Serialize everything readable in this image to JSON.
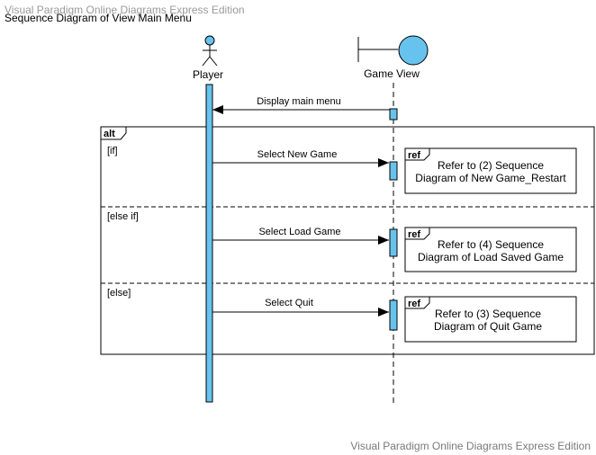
{
  "header": {
    "watermark": "Visual Paradigm Online Diagrams Express Edition",
    "title": "Sequence Diagram of View Main Menu"
  },
  "footer": {
    "watermark": "Visual Paradigm Online Diagrams Express Edition"
  },
  "colors": {
    "activation_fill": "#67c3ee",
    "boundary_fill": "#67c3ee",
    "line": "#000000"
  },
  "lifelines": {
    "player": {
      "label": "Player",
      "icon": "actor-icon"
    },
    "game_view": {
      "label": "Game View",
      "icon": "boundary-icon"
    }
  },
  "messages": {
    "display_main_menu": "Display main menu",
    "select_new_game": "Select New Game",
    "select_load_game": "Select Load Game",
    "select_quit": "Select Quit"
  },
  "fragment": {
    "operator": "alt",
    "guards": {
      "if": "[if]",
      "else_if": "[else if]",
      "else": "[else]"
    }
  },
  "refs": {
    "tag": "ref",
    "new_game": {
      "line1": "Refer to (2) Sequence",
      "line2": "Diagram of New Game_Restart"
    },
    "load_game": {
      "line1": "Refer to (4) Sequence",
      "line2": "Diagram of Load Saved Game"
    },
    "quit_game": {
      "line1": "Refer to (3) Sequence",
      "line2": "Diagram of Quit Game"
    }
  }
}
